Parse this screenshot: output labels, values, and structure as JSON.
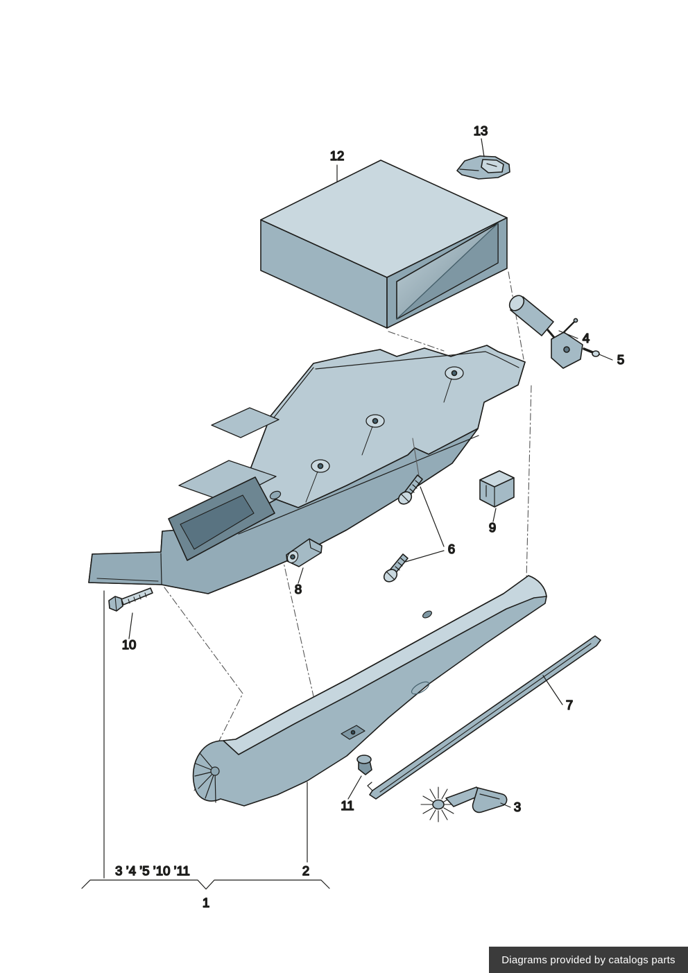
{
  "diagram": {
    "type": "exploded-parts-diagram",
    "labels": {
      "p1": "1",
      "p2": "2",
      "p3": "3",
      "p4": "4",
      "p5": "5",
      "p6": "6",
      "p7": "7",
      "p8": "8",
      "p9": "9",
      "p10": "10",
      "p11": "11",
      "p12": "12",
      "p13": "13",
      "group": "3 ’4 ’5 ’10 ’11"
    },
    "colors": {
      "outline": "#1d1d1b",
      "fill_light": "#c9d8df",
      "fill_mid": "#a4bac5",
      "fill_shade": "#93abb7",
      "fill_dark": "#7e97a3",
      "fill_deep": "#5e7582"
    }
  },
  "footer": {
    "text": "Diagrams provided by catalogs parts",
    "background": "#3b3b3b",
    "color": "#ffffff"
  }
}
